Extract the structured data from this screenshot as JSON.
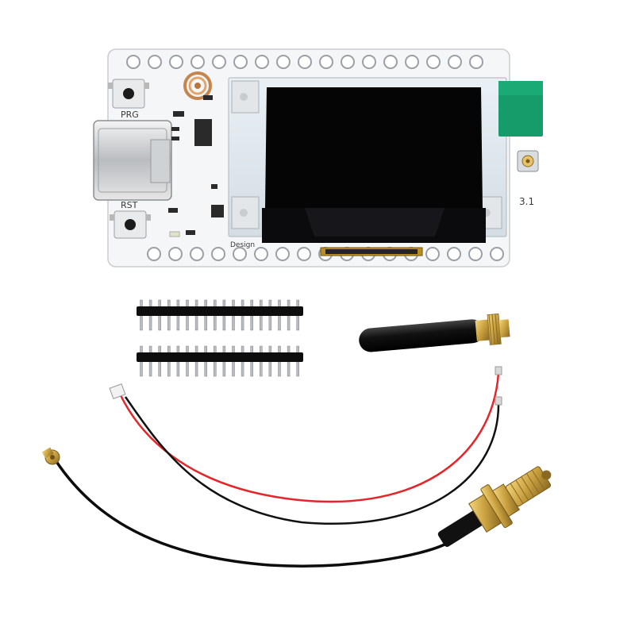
{
  "board": {
    "prg_label": "PRG",
    "rst_label": "RST",
    "version_label": "3.1",
    "design_label": "Design"
  },
  "colors": {
    "pcb": "#f4f6f8",
    "pcb_edge": "#c9cdd2",
    "oled": "#050505",
    "antenna_green": "#169b6b",
    "wire_red": "#e3262a",
    "wire_black": "#111111",
    "brass": "#c9a040"
  },
  "parts": [
    "lora-dev-board",
    "pin-header-top",
    "pin-header-bottom",
    "rubber-antenna",
    "battery-cable",
    "ipex-to-sma-pigtail"
  ]
}
